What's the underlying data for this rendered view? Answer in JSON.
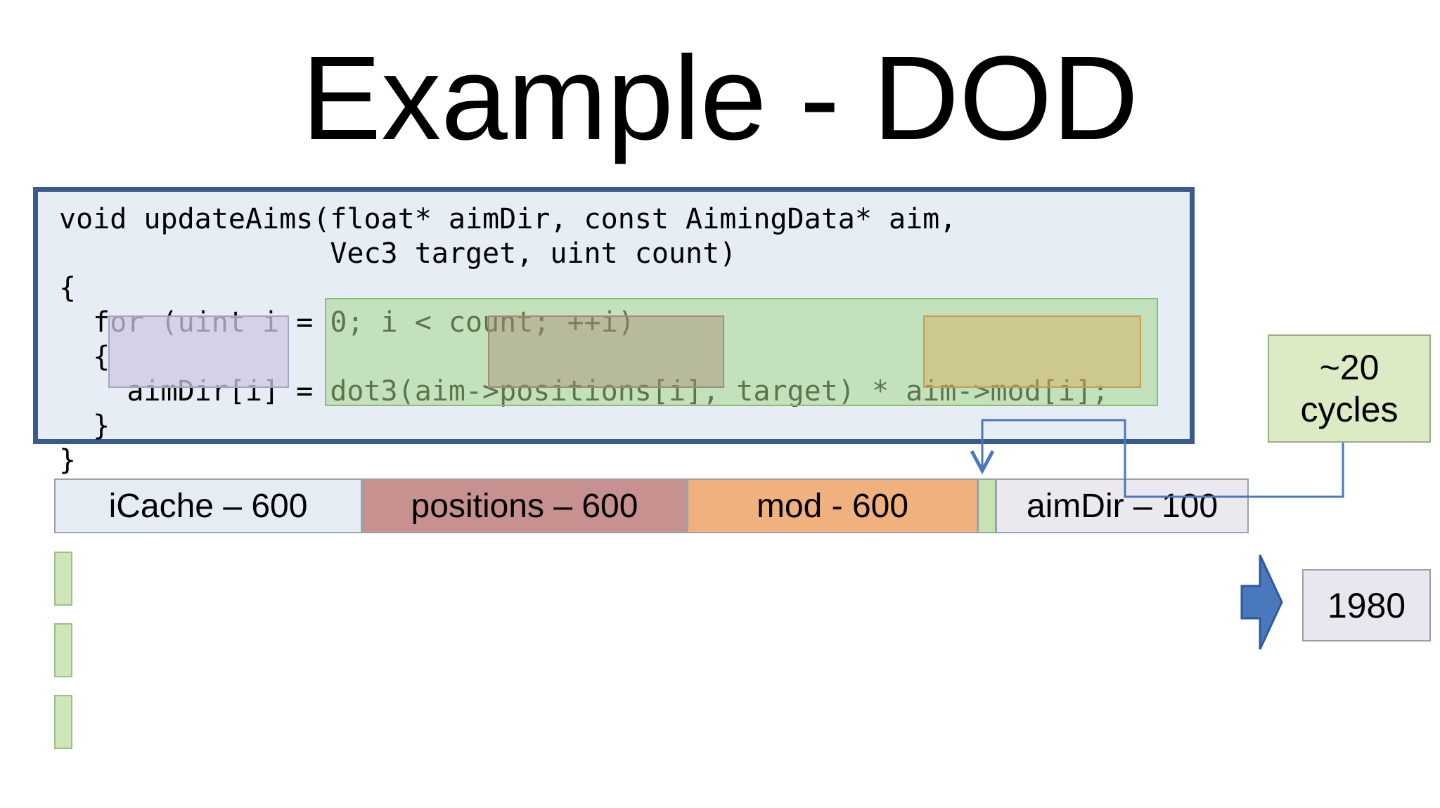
{
  "slide": {
    "title": "Example - DOD"
  },
  "code": {
    "text": "void updateAims(float* aimDir, const AimingData* aim,\n                Vec3 target, uint count)\n{\n  for (uint i = 0; i < count; ++i)\n  {\n    aimDir[i] = dot3(aim->positions[i], target) * aim->mod[i];\n  }\n}"
  },
  "timeline": {
    "segments": [
      {
        "label": "iCache – 600"
      },
      {
        "label": "positions – 600"
      },
      {
        "label": "mod - 600"
      },
      {
        "label": ""
      },
      {
        "label": "aimDir – 100"
      }
    ]
  },
  "cycles_box": {
    "line1": "~20",
    "line2": "cycles"
  },
  "result": {
    "value": "1980"
  },
  "colors": {
    "code_border": "#3a5a8c",
    "code_bg": "#e6edf5",
    "icache": "#e6ecf4",
    "positions": "#c6918f",
    "mod": "#f0b17f",
    "aimdir": "#ebe8f0",
    "cycles_bg": "#dcebc4",
    "arrow": "#4a78bd"
  },
  "icons": {
    "result_arrow": "right-arrow-icon",
    "connector": "down-arrow-icon"
  }
}
